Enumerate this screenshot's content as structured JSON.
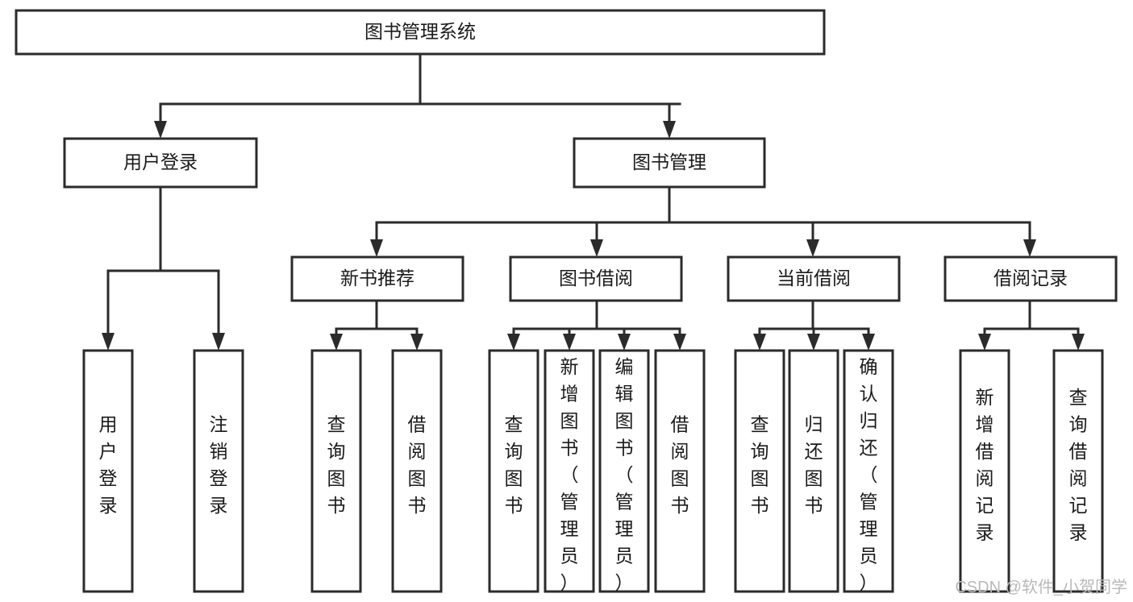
{
  "diagram": {
    "type": "tree-hierarchy",
    "title": "图书管理系统",
    "orientation": "top-down",
    "root": {
      "id": "root",
      "label": "图书管理系统",
      "text_direction": "horizontal"
    },
    "level1": [
      {
        "id": "user-login",
        "label": "用户登录",
        "text_direction": "horizontal"
      },
      {
        "id": "book-manage",
        "label": "图书管理",
        "text_direction": "horizontal"
      }
    ],
    "level2": [
      {
        "id": "new-book-rec",
        "label": "新书推荐",
        "parent": "book-manage",
        "text_direction": "horizontal"
      },
      {
        "id": "book-borrow",
        "label": "图书借阅",
        "parent": "book-manage",
        "text_direction": "horizontal"
      },
      {
        "id": "current-borrow",
        "label": "当前借阅",
        "parent": "book-manage",
        "text_direction": "horizontal"
      },
      {
        "id": "borrow-record",
        "label": "借阅记录",
        "parent": "book-manage",
        "text_direction": "horizontal"
      }
    ],
    "leaves": [
      {
        "id": "leaf-user-login",
        "label": "用户登录",
        "parent": "user-login",
        "text_direction": "vertical",
        "align": "middle"
      },
      {
        "id": "leaf-logout",
        "label": "注销登录",
        "parent": "user-login",
        "text_direction": "vertical",
        "align": "middle"
      },
      {
        "id": "leaf-query-book-1",
        "label": "查询图书",
        "parent": "new-book-rec",
        "text_direction": "vertical",
        "align": "middle"
      },
      {
        "id": "leaf-borrow-book-1",
        "label": "借阅图书",
        "parent": "new-book-rec",
        "text_direction": "vertical",
        "align": "middle"
      },
      {
        "id": "leaf-query-book-2",
        "label": "查询图书",
        "parent": "book-borrow",
        "text_direction": "vertical",
        "align": "middle"
      },
      {
        "id": "leaf-add-book",
        "label": "新增图书（管理员）",
        "parent": "book-borrow",
        "text_direction": "vertical",
        "align": "top"
      },
      {
        "id": "leaf-edit-book",
        "label": "编辑图书（管理员）",
        "parent": "book-borrow",
        "text_direction": "vertical",
        "align": "top"
      },
      {
        "id": "leaf-borrow-book-2",
        "label": "借阅图书",
        "parent": "book-borrow",
        "text_direction": "vertical",
        "align": "middle"
      },
      {
        "id": "leaf-query-book-3",
        "label": "查询图书",
        "parent": "current-borrow",
        "text_direction": "vertical",
        "align": "middle"
      },
      {
        "id": "leaf-return-book",
        "label": "归还图书",
        "parent": "current-borrow",
        "text_direction": "vertical",
        "align": "middle"
      },
      {
        "id": "leaf-confirm-return",
        "label": "确认归还（管理员）",
        "parent": "current-borrow",
        "text_direction": "vertical",
        "align": "top"
      },
      {
        "id": "leaf-add-record",
        "label": "新增借阅记录",
        "parent": "borrow-record",
        "text_direction": "vertical",
        "align": "middle"
      },
      {
        "id": "leaf-query-record",
        "label": "查询借阅记录",
        "parent": "borrow-record",
        "text_direction": "vertical",
        "align": "middle"
      }
    ]
  },
  "watermark": {
    "text": "CSDN @软件_小贺同学"
  },
  "colors": {
    "background": "#ffffff",
    "box_fill": "#ffffff",
    "box_stroke": "#2b2b2b",
    "text": "#1a1a1a",
    "watermark": "#b9b9b9"
  }
}
